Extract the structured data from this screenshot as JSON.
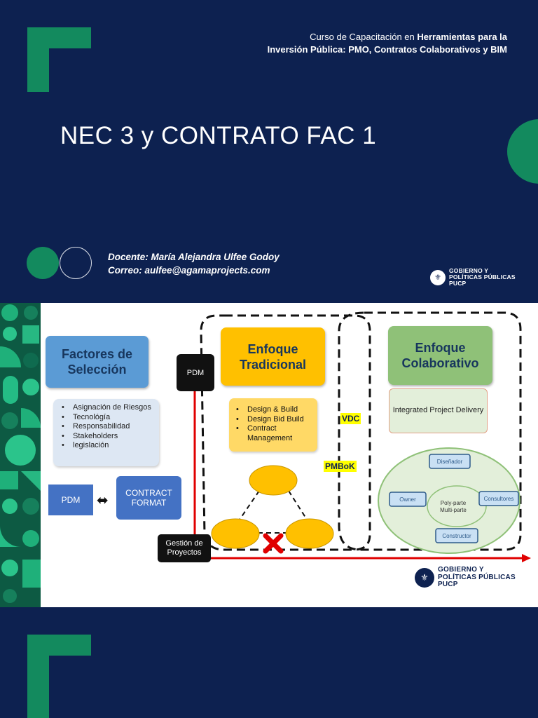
{
  "slide1": {
    "course_prefix": "Curso de Capacitación en ",
    "course_bold_1": "Herramientas para la",
    "course_bold_2": "Inversión Pública: PMO, Contratos Colaborativos y BIM",
    "title": "NEC 3 y CONTRATO FAC 1",
    "teacher": "Docente: María Alejandra Ulfee Godoy",
    "email": "Correo: aulfee@agamaprojects.com",
    "logo_line1": "GOBIERNO Y",
    "logo_line2": "POLÍTICAS PÚBLICAS",
    "logo_line3": "PUCP"
  },
  "slide2": {
    "factores_title": "Factores de Selección",
    "factores_items": [
      "Asignación de Riesgos",
      "Tecnológía",
      "Responsabilidad",
      "Stakeholders",
      "legislación"
    ],
    "pdm_left": "PDM",
    "contract_format": "CONTRACT FORMAT",
    "pdm_black": "PDM",
    "gestion": "Gestión de Proyectos",
    "trad_title": "Enfoque Tradicional",
    "trad_items": [
      "Design & Build",
      "Design Bid Build",
      "Contract Management"
    ],
    "vdc": "VDC",
    "pmbok": "PMBoK",
    "colab_title": "Enfoque Colaborativo",
    "ipd": "Integrated Project Delivery",
    "ellipse_center_1": "Poly-parte",
    "ellipse_center_2": "Multi-parte",
    "node_disenador": "Diseñador",
    "node_owner": "Owner",
    "node_consultores": "Consultores",
    "node_constructor": "Constructor",
    "logo_line1": "GOBIERNO Y",
    "logo_line2": "POLÍTICAS PÚBLICAS",
    "logo_line3": "PUCP"
  },
  "colors": {
    "navy": "#0d2150",
    "green": "#138a5e",
    "blue": "#5b9bd5",
    "yellow": "#ffc000",
    "red": "#e00000"
  }
}
